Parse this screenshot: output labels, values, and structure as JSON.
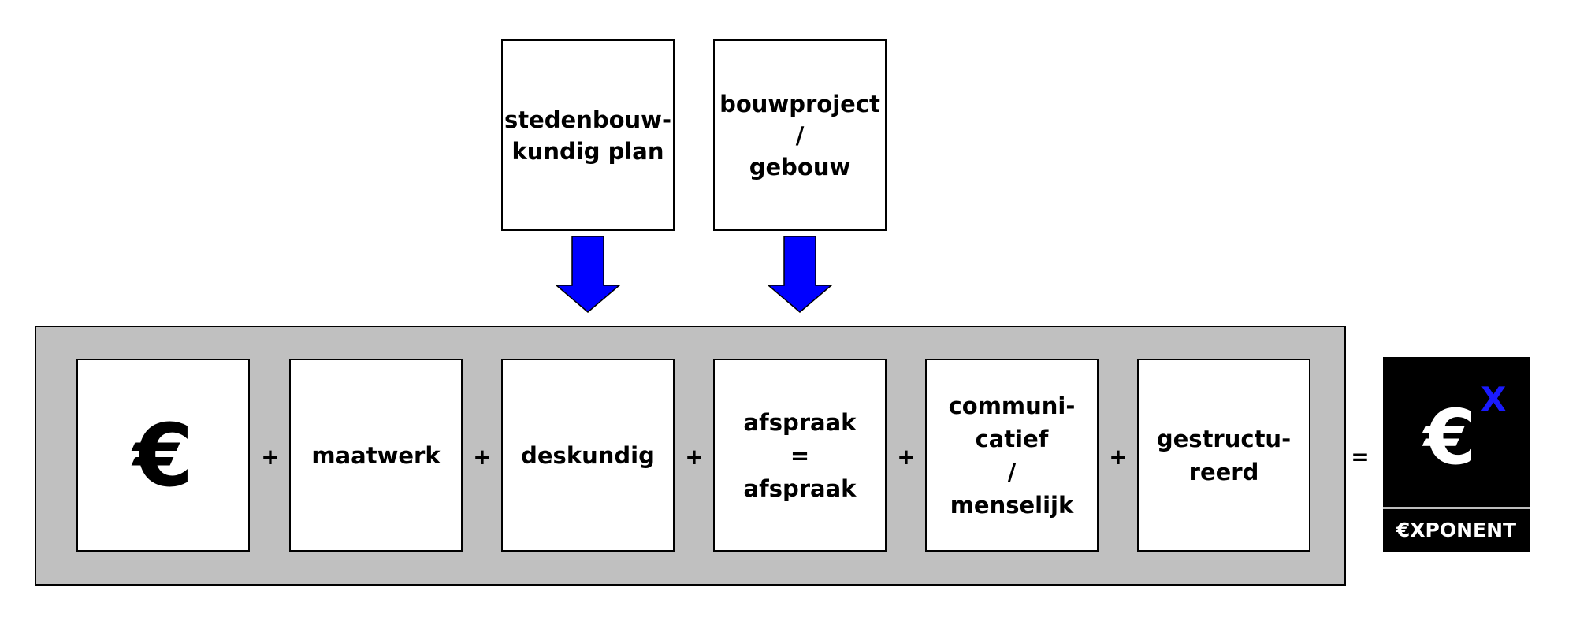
{
  "top_boxes": [
    {
      "lines": [
        "stedenbouw-",
        "kundig plan"
      ]
    },
    {
      "lines": [
        "bouwproject",
        "/",
        "gebouw"
      ]
    }
  ],
  "row_boxes": [
    {
      "lines": [
        "€"
      ]
    },
    {
      "lines": [
        "maatwerk"
      ]
    },
    {
      "lines": [
        "deskundig"
      ]
    },
    {
      "lines": [
        "afspraak",
        "=",
        "afspraak"
      ]
    },
    {
      "lines": [
        "communi-",
        "catief",
        "/",
        "menselijk"
      ]
    },
    {
      "lines": [
        "gestructu-",
        "reerd"
      ]
    }
  ],
  "operators": {
    "plus": "+",
    "equals": "="
  },
  "logo": {
    "symbol": "€",
    "exponent": "X",
    "name": "€XPONENT"
  },
  "colors": {
    "arrow": "#0000ff",
    "panel": "#c0c0c0",
    "logo_bg": "#000000",
    "logo_exponent": "#1a1aff"
  }
}
